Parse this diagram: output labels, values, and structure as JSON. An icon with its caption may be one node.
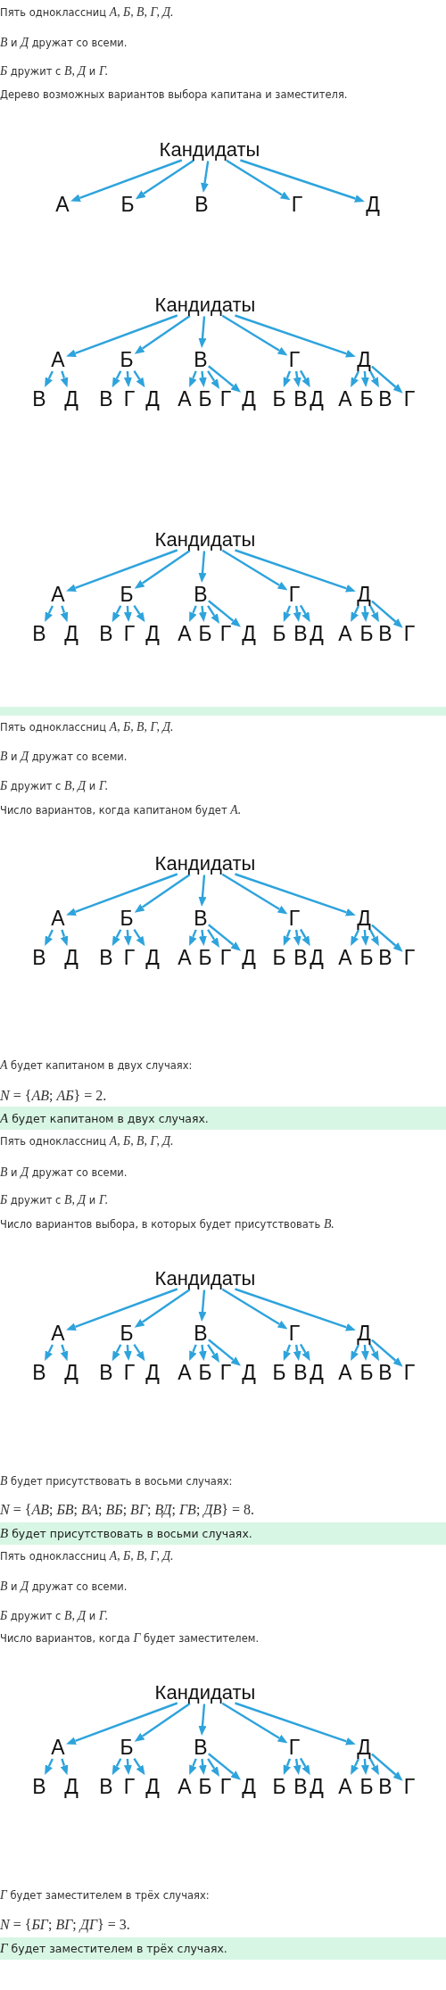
{
  "diagram": {
    "nodes": [
      {
        "text": [
          "Кандидаты"
        ]
      },
      {
        "text": [
          "А"
        ]
      },
      {
        "text": [
          "Б"
        ]
      },
      {
        "text": [
          "В"
        ]
      },
      {
        "text": [
          "Г"
        ]
      },
      {
        "text": [
          "Д"
        ]
      },
      {
        "text": [
          "Кандидаты"
        ]
      },
      {
        "text": [
          "А"
        ]
      },
      {
        "text": [
          "Б"
        ]
      },
      {
        "text": [
          "В"
        ]
      },
      {
        "text": [
          "Г"
        ]
      },
      {
        "text": [
          "Д"
        ]
      },
      {
        "text": [
          "В"
        ]
      },
      {
        "text": [
          "Д"
        ]
      },
      {
        "text": [
          "В"
        ]
      },
      {
        "text": [
          "Г"
        ]
      },
      {
        "text": [
          "Д"
        ]
      },
      {
        "text": [
          "А"
        ]
      },
      {
        "text": [
          "Б"
        ]
      },
      {
        "text": [
          "Г"
        ]
      },
      {
        "text": [
          "Д"
        ]
      },
      {
        "text": [
          "Б"
        ]
      },
      {
        "text": [
          "В"
        ]
      },
      {
        "text": [
          "Д"
        ]
      },
      {
        "text": [
          "А"
        ]
      },
      {
        "text": [
          "Б"
        ]
      },
      {
        "text": [
          "В"
        ]
      },
      {
        "text": [
          "Г"
        ]
      },
      {
        "text": [
          "Кандидаты"
        ]
      },
      {
        "text": [
          "А"
        ]
      },
      {
        "text": [
          "Б"
        ]
      },
      {
        "text": [
          "В"
        ]
      },
      {
        "text": [
          "Г"
        ]
      },
      {
        "text": [
          "Д"
        ]
      },
      {
        "text": [
          "В"
        ]
      },
      {
        "text": [
          "Д"
        ]
      },
      {
        "text": [
          "В"
        ]
      },
      {
        "text": [
          "Г"
        ]
      },
      {
        "text": [
          "Д"
        ]
      },
      {
        "text": [
          "А"
        ]
      },
      {
        "text": [
          "Б"
        ]
      },
      {
        "text": [
          "Г"
        ]
      },
      {
        "text": [
          "Д"
        ]
      },
      {
        "text": [
          "Б"
        ]
      },
      {
        "text": [
          "В"
        ]
      },
      {
        "text": [
          "Д"
        ]
      },
      {
        "text": [
          "А"
        ]
      },
      {
        "text": [
          "Б"
        ]
      },
      {
        "text": [
          "В"
        ]
      },
      {
        "text": [
          "Г"
        ]
      },
      {
        "text": [],
        "shape": "bar"
      },
      {
        "text": [
          "Кандидаты"
        ]
      },
      {
        "text": [
          "А"
        ]
      },
      {
        "text": [
          "Б"
        ]
      },
      {
        "text": [
          "В"
        ]
      },
      {
        "text": [
          "Г"
        ]
      },
      {
        "text": [
          "Д"
        ]
      },
      {
        "text": [
          "В"
        ]
      },
      {
        "text": [
          "Д"
        ]
      },
      {
        "text": [
          "В"
        ]
      },
      {
        "text": [
          "Г"
        ]
      },
      {
        "text": [
          "Д"
        ]
      },
      {
        "text": [
          "А"
        ]
      },
      {
        "text": [
          "Б"
        ]
      },
      {
        "text": [
          "Г"
        ]
      },
      {
        "text": [
          "Д"
        ]
      },
      {
        "text": [
          "Б"
        ]
      },
      {
        "text": [
          "В"
        ]
      },
      {
        "text": [
          "Д"
        ]
      },
      {
        "text": [
          "А"
        ]
      },
      {
        "text": [
          "Б"
        ]
      },
      {
        "text": [
          "В"
        ]
      },
      {
        "text": [
          "Г"
        ]
      },
      {
        "text": [
          "*А* будет капитаном в двух случаях."
        ]
      },
      {
        "text": [
          "Кандидаты"
        ]
      },
      {
        "text": [
          "А"
        ]
      },
      {
        "text": [
          "Б"
        ]
      },
      {
        "text": [
          "В"
        ]
      },
      {
        "text": [
          "Г"
        ]
      },
      {
        "text": [
          "Д"
        ]
      },
      {
        "text": [
          "В"
        ]
      },
      {
        "text": [
          "Д"
        ]
      },
      {
        "text": [
          "В"
        ]
      },
      {
        "text": [
          "Г"
        ]
      },
      {
        "text": [
          "Д"
        ]
      },
      {
        "text": [
          "А"
        ]
      },
      {
        "text": [
          "Б"
        ]
      },
      {
        "text": [
          "Г"
        ]
      },
      {
        "text": [
          "Д"
        ]
      },
      {
        "text": [
          "Б"
        ]
      },
      {
        "text": [
          "В"
        ]
      },
      {
        "text": [
          "Д"
        ]
      },
      {
        "text": [
          "А"
        ]
      },
      {
        "text": [
          "Б"
        ]
      },
      {
        "text": [
          "В"
        ]
      },
      {
        "text": [
          "Г"
        ]
      },
      {
        "text": [
          "*В* будет присутствовать в восьми случаях."
        ]
      },
      {
        "text": [
          "Кандидаты"
        ]
      },
      {
        "text": [
          "А"
        ]
      },
      {
        "text": [
          "Б"
        ]
      },
      {
        "text": [
          "В"
        ]
      },
      {
        "text": [
          "Г"
        ]
      },
      {
        "text": [
          "Д"
        ]
      },
      {
        "text": [
          "В"
        ]
      },
      {
        "text": [
          "Д"
        ]
      },
      {
        "text": [
          "В"
        ]
      },
      {
        "text": [
          "Г"
        ]
      },
      {
        "text": [
          "Д"
        ]
      },
      {
        "text": [
          "А"
        ]
      },
      {
        "text": [
          "Б"
        ]
      },
      {
        "text": [
          "Г"
        ]
      },
      {
        "text": [
          "Д"
        ]
      },
      {
        "text": [
          "Б"
        ]
      },
      {
        "text": [
          "В"
        ]
      },
      {
        "text": [
          "Д"
        ]
      },
      {
        "text": [
          "А"
        ]
      },
      {
        "text": [
          "Б"
        ]
      },
      {
        "text": [
          "В"
        ]
      },
      {
        "text": [
          "Г"
        ]
      },
      {
        "text": [
          "*Г* будет заместителем в трёх случаях."
        ]
      }
    ],
    "edges": [
      {
        "from": 0,
        "to": 1,
        "arrow": "to"
      },
      {
        "from": 0,
        "to": 2,
        "arrow": "to"
      },
      {
        "from": 0,
        "to": 3,
        "arrow": "to"
      },
      {
        "from": 0,
        "to": 4,
        "arrow": "to"
      },
      {
        "from": 0,
        "to": 5,
        "arrow": "to"
      },
      {
        "from": 6,
        "to": 7,
        "arrow": "to"
      },
      {
        "from": 6,
        "to": 8,
        "arrow": "to"
      },
      {
        "from": 6,
        "to": 9,
        "arrow": "to"
      },
      {
        "from": 6,
        "to": 10,
        "arrow": "to"
      },
      {
        "from": 6,
        "to": 11,
        "arrow": "to"
      },
      {
        "from": 7,
        "to": 12,
        "arrow": "to"
      },
      {
        "from": 7,
        "to": 13,
        "arrow": "to"
      },
      {
        "from": 8,
        "to": 14,
        "arrow": "to"
      },
      {
        "from": 8,
        "to": 15,
        "arrow": "to"
      },
      {
        "from": 8,
        "to": 16,
        "arrow": "to"
      },
      {
        "from": 9,
        "to": 17,
        "arrow": "to"
      },
      {
        "from": 9,
        "to": 18,
        "arrow": "to"
      },
      {
        "from": 9,
        "to": 19,
        "arrow": "to"
      },
      {
        "from": 9,
        "to": 20,
        "arrow": "to"
      },
      {
        "from": 10,
        "to": 21,
        "arrow": "to"
      },
      {
        "from": 10,
        "to": 22,
        "arrow": "to"
      },
      {
        "from": 10,
        "to": 23,
        "arrow": "to"
      },
      {
        "from": 11,
        "to": 24,
        "arrow": "to"
      },
      {
        "from": 11,
        "to": 25,
        "arrow": "to"
      },
      {
        "from": 11,
        "to": 26,
        "arrow": "to"
      },
      {
        "from": 11,
        "to": 27,
        "arrow": "to"
      },
      {
        "from": 28,
        "to": 29,
        "arrow": "to"
      },
      {
        "from": 28,
        "to": 30,
        "arrow": "to"
      },
      {
        "from": 28,
        "to": 31,
        "arrow": "to"
      },
      {
        "from": 28,
        "to": 32,
        "arrow": "to"
      },
      {
        "from": 28,
        "to": 33,
        "arrow": "to"
      },
      {
        "from": 29,
        "to": 34,
        "arrow": "to"
      },
      {
        "from": 29,
        "to": 35,
        "arrow": "to"
      },
      {
        "from": 30,
        "to": 36,
        "arrow": "to"
      },
      {
        "from": 30,
        "to": 37,
        "arrow": "to"
      },
      {
        "from": 30,
        "to": 38,
        "arrow": "to"
      },
      {
        "from": 31,
        "to": 39,
        "arrow": "to"
      },
      {
        "from": 31,
        "to": 40,
        "arrow": "to"
      },
      {
        "from": 31,
        "to": 41,
        "arrow": "to"
      },
      {
        "from": 31,
        "to": 42,
        "arrow": "to"
      },
      {
        "from": 32,
        "to": 43,
        "arrow": "to"
      },
      {
        "from": 32,
        "to": 44,
        "arrow": "to"
      },
      {
        "from": 32,
        "to": 45,
        "arrow": "to"
      },
      {
        "from": 33,
        "to": 46,
        "arrow": "to"
      },
      {
        "from": 33,
        "to": 47,
        "arrow": "to"
      },
      {
        "from": 33,
        "to": 48,
        "arrow": "to"
      },
      {
        "from": 33,
        "to": 49,
        "arrow": "to"
      },
      {
        "from": 51,
        "to": 52,
        "arrow": "to"
      },
      {
        "from": 51,
        "to": 53,
        "arrow": "to"
      },
      {
        "from": 51,
        "to": 54,
        "arrow": "to"
      },
      {
        "from": 51,
        "to": 55,
        "arrow": "to"
      },
      {
        "from": 51,
        "to": 56,
        "arrow": "to"
      },
      {
        "from": 52,
        "to": 57,
        "arrow": "to"
      },
      {
        "from": 52,
        "to": 58,
        "arrow": "to"
      },
      {
        "from": 53,
        "to": 59,
        "arrow": "to"
      },
      {
        "from": 53,
        "to": 60,
        "arrow": "to"
      },
      {
        "from": 53,
        "to": 61,
        "arrow": "to"
      },
      {
        "from": 54,
        "to": 62,
        "arrow": "to"
      },
      {
        "from": 54,
        "to": 63,
        "arrow": "to"
      },
      {
        "from": 54,
        "to": 64,
        "arrow": "to"
      },
      {
        "from": 54,
        "to": 65,
        "arrow": "to"
      },
      {
        "from": 55,
        "to": 66,
        "arrow": "to"
      },
      {
        "from": 55,
        "to": 67,
        "arrow": "to"
      },
      {
        "from": 55,
        "to": 68,
        "arrow": "to"
      },
      {
        "from": 56,
        "to": 69,
        "arrow": "to"
      },
      {
        "from": 56,
        "to": 70,
        "arrow": "to"
      },
      {
        "from": 56,
        "to": 71,
        "arrow": "to"
      },
      {
        "from": 56,
        "to": 72,
        "arrow": "to"
      },
      {
        "from": 74,
        "to": 75,
        "arrow": "to"
      },
      {
        "from": 74,
        "to": 76,
        "arrow": "to"
      },
      {
        "from": 74,
        "to": 77,
        "arrow": "to"
      },
      {
        "from": 74,
        "to": 78,
        "arrow": "to"
      },
      {
        "from": 74,
        "to": 79,
        "arrow": "to"
      },
      {
        "from": 75,
        "to": 80,
        "arrow": "to"
      },
      {
        "from": 75,
        "to": 81,
        "arrow": "to"
      },
      {
        "from": 76,
        "to": 82,
        "arrow": "to"
      },
      {
        "from": 76,
        "to": 83,
        "arrow": "to"
      },
      {
        "from": 76,
        "to": 84,
        "arrow": "to"
      },
      {
        "from": 77,
        "to": 85,
        "arrow": "to"
      },
      {
        "from": 77,
        "to": 86,
        "arrow": "to"
      },
      {
        "from": 77,
        "to": 87,
        "arrow": "to"
      },
      {
        "from": 77,
        "to": 88,
        "arrow": "to"
      },
      {
        "from": 78,
        "to": 89,
        "arrow": "to"
      },
      {
        "from": 78,
        "to": 90,
        "arrow": "to"
      },
      {
        "from": 78,
        "to": 91,
        "arrow": "to"
      },
      {
        "from": 79,
        "to": 92,
        "arrow": "to"
      },
      {
        "from": 79,
        "to": 93,
        "arrow": "to"
      },
      {
        "from": 79,
        "to": 94,
        "arrow": "to"
      },
      {
        "from": 79,
        "to": 95,
        "arrow": "to"
      },
      {
        "from": 97,
        "to": 98,
        "arrow": "to"
      },
      {
        "from": 97,
        "to": 99,
        "arrow": "to"
      },
      {
        "from": 97,
        "to": 100,
        "arrow": "to"
      },
      {
        "from": 97,
        "to": 101,
        "arrow": "to"
      },
      {
        "from": 97,
        "to": 102,
        "arrow": "to"
      },
      {
        "from": 98,
        "to": 103,
        "arrow": "to"
      },
      {
        "from": 98,
        "to": 104,
        "arrow": "to"
      },
      {
        "from": 99,
        "to": 105,
        "arrow": "to"
      },
      {
        "from": 99,
        "to": 106,
        "arrow": "to"
      },
      {
        "from": 99,
        "to": 107,
        "arrow": "to"
      },
      {
        "from": 100,
        "to": 108,
        "arrow": "to"
      },
      {
        "from": 100,
        "to": 109,
        "arrow": "to"
      },
      {
        "from": 100,
        "to": 110,
        "arrow": "to"
      },
      {
        "from": 100,
        "to": 111,
        "arrow": "to"
      },
      {
        "from": 101,
        "to": 112,
        "arrow": "to"
      },
      {
        "from": 101,
        "to": 113,
        "arrow": "to"
      },
      {
        "from": 101,
        "to": 114,
        "arrow": "to"
      },
      {
        "from": 102,
        "to": 115,
        "arrow": "to"
      },
      {
        "from": 102,
        "to": 116,
        "arrow": "to"
      },
      {
        "from": 102,
        "to": 117,
        "arrow": "to"
      },
      {
        "from": 102,
        "to": 118,
        "arrow": "to"
      }
    ],
    "labels": [
      "Пять одноклассниц *А, Б, В, Г, Д.*",
      "*В* и *Д* дружат со всеми.",
      "*Б* дружит с *В, Д* и *Г.*",
      "Дерево возможных вариантов выбора капитана и заместителя.",
      "Пять одноклассниц *А, Б, В, Г, Д.*",
      "*В* и *Д* дружат со всеми.",
      "*Б* дружит с *В, Д* и *Г.*",
      "Число вариантов, когда капитаном будет *А.*",
      "*А* будет капитаном в двух случаях:",
      "*N* = {*АВ*; *АБ*} = 2.",
      "Пять одноклассниц *А, Б, В, Г, Д.*",
      "*В* и *Д* дружат со всеми.",
      "*Б* дружит с *В, Д* и *Г.*",
      "Число вариантов выбора, в которых будет присутствовать *В.*",
      "*В* будет присутствовать в восьми случаях:",
      "*N* = {*АВ*; *БВ*; *ВА*; *ВБ*; *ВГ*; *ВД*; *ГВ*; *ДВ*} = 8.",
      "Пять одноклассниц *А, Б, В, Г, Д.*",
      "*В* и *Д* дружат со всеми.",
      "*Б* дружит с *В, Д* и *Г.*",
      "Число вариантов, когда *Г* будет заместителем.",
      "*Г* будет заместителем в трёх случаях:",
      "*N* = {*БГ*; *ВГ*; *ДГ*} = 3."
    ]
  }
}
